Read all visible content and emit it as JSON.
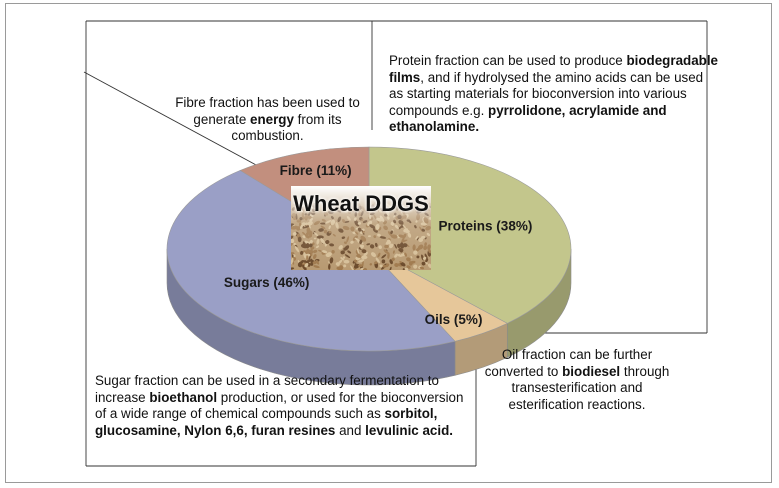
{
  "chart_data": {
    "type": "pie",
    "title": "Wheat DDGS",
    "slices": [
      {
        "label": "Proteins (38%)",
        "name": "Proteins",
        "value": 38,
        "color": "#c3c68c"
      },
      {
        "label": "Oils (5%)",
        "name": "Oils",
        "value": 5,
        "color": "#e6c79a"
      },
      {
        "label": "Sugars (46%)",
        "name": "Sugars",
        "value": 46,
        "color": "#9a9fc6"
      },
      {
        "label": "Fibre (11%)",
        "name": "Fibre",
        "value": 11,
        "color": "#c28f7e"
      }
    ],
    "style": "3d",
    "legend": "none"
  },
  "notes": {
    "fibre": [
      "Fibre fraction has been used to generate ",
      "energy",
      " from its combustion."
    ],
    "protein": [
      "Protein fraction can be used to produce ",
      "biodegradable films",
      ", and if hydrolysed the amino acids can be used as starting materials for bioconversion into various compounds e.g. ",
      "pyrrolidone, acrylamide and ethanolamine."
    ],
    "oil": [
      "Oil fraction can be further converted to ",
      "biodiesel",
      " through transesterification and esterification reactions."
    ],
    "sugar": [
      "Sugar fraction can be used in a secondary fermentation to increase ",
      "bioethanol",
      " production, or used for the bioconversion of a wide range of chemical compounds such as ",
      "sorbitol, glucosamine, Nylon 6,6, furan resines",
      " and ",
      "levulinic acid."
    ]
  },
  "colors": {
    "line": "#333333",
    "frame": "#9a9a9a",
    "grain_dark": "#6b4a2b",
    "grain_mid": "#a07a4e",
    "grain_light": "#d6bf98"
  }
}
